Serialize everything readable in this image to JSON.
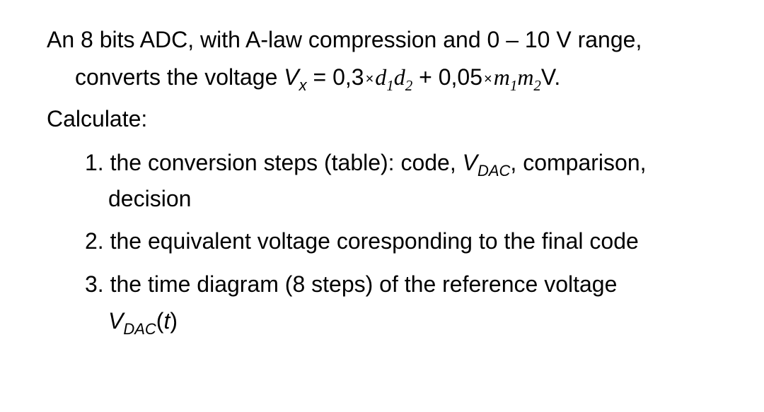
{
  "problem": {
    "intro_line1": "An 8 bits ADC, with A-law compression and 0 – 10 V range,",
    "intro_line2_prefix": "converts the voltage ",
    "formula": {
      "var": "V",
      "var_sub": "x",
      "equals": " = 0,3",
      "times1": "×",
      "d1": "d",
      "d1_sub": "1",
      "d2": "d",
      "d2_sub": "2",
      "plus": " + 0,05",
      "times2": "×",
      "m1": "m",
      "m1_sub": "1",
      "m2": "m",
      "m2_sub": "2",
      "unit": "V."
    },
    "calculate_label": "Calculate:",
    "items": [
      {
        "number": "1.",
        "text_before": " the conversion steps (table): code, ",
        "var": "V",
        "var_sub": "DAC",
        "text_after": ", comparison,",
        "continuation": "decision"
      },
      {
        "number": "2.",
        "text": " the equivalent voltage coresponding to the final code"
      },
      {
        "number": "3.",
        "text": " the time diagram (8 steps) of the reference voltage",
        "cont_var": "V",
        "cont_var_sub": "DAC",
        "cont_paren_open": "(",
        "cont_t": "t",
        "cont_paren_close": ")"
      }
    ]
  }
}
